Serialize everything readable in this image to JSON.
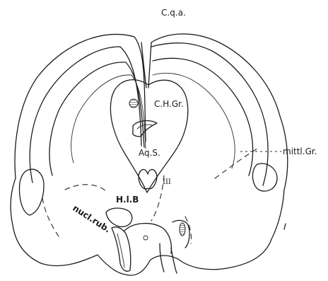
{
  "figure": {
    "labels": {
      "cqa": "C.q.a.",
      "chgr": "C.H.Gr.",
      "mittlgr": "mittl.Gr.",
      "aqs": "Aq.S.",
      "nerve": "III",
      "hlb": "H.l.B",
      "nuclrub": "nucl.rub."
    }
  }
}
